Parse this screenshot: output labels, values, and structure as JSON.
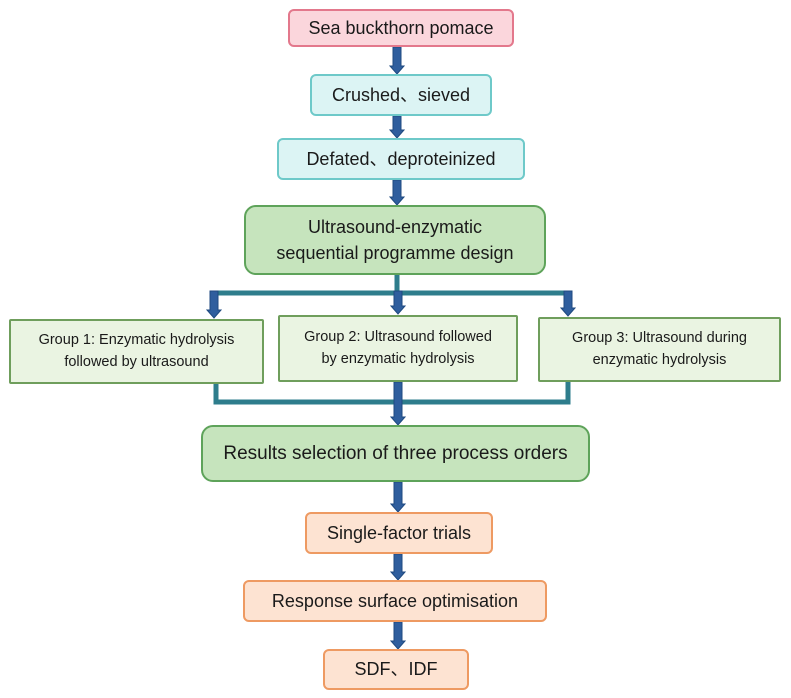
{
  "colors": {
    "connector": "#2e7d8c",
    "arrow_fill": "#2f5e9e",
    "arrow_stroke": "#1f4a80"
  },
  "nodes": {
    "pomace": "Sea buckthorn pomace",
    "crushed": "Crushed、sieved",
    "defated": "Defated、deproteinized",
    "design_line1": "Ultrasound-enzymatic",
    "design_line2": "sequential programme design",
    "group1_line1": "Group 1: Enzymatic hydrolysis",
    "group1_line2": "followed by ultrasound",
    "group2_line1": "Group 2: Ultrasound followed",
    "group2_line2": "by enzymatic hydrolysis",
    "group3_line1": "Group 3: Ultrasound during",
    "group3_line2": "enzymatic hydrolysis",
    "results": "Results selection of three process orders",
    "single_factor": "Single-factor trials",
    "response_surface": "Response surface optimisation",
    "output": "SDF、IDF"
  }
}
